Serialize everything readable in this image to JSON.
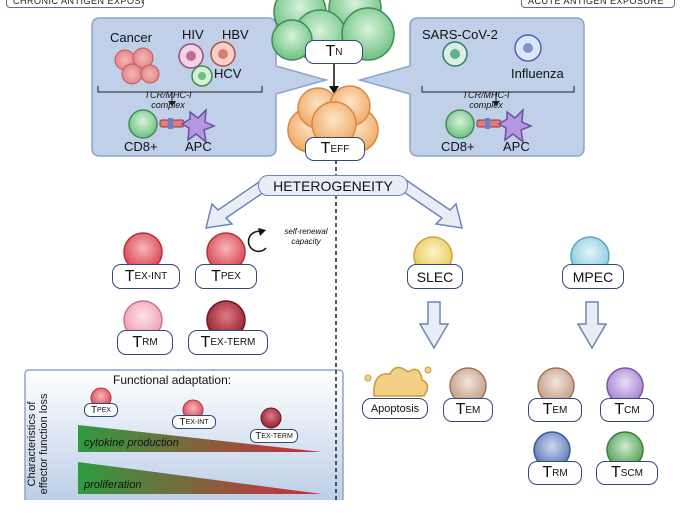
{
  "header": {
    "chronic_tag": "CHRONIC ANTIGEN EXPOSURE",
    "acute_tag": "ACUTE ANTIGEN EXPOSURE"
  },
  "chronic_box": {
    "pathogens": [
      "Cancer",
      "HIV",
      "HBV",
      "HCV"
    ],
    "complex_label": "TCR/MHC-I complex",
    "cell_left": "CD8+",
    "cell_right": "APC"
  },
  "acute_box": {
    "pathogens": [
      "SARS-CoV-2",
      "Influenza"
    ],
    "complex_label": "TCR/MHC-I complex",
    "cell_left": "CD8+",
    "cell_right": "APC"
  },
  "naive": {
    "main": "T",
    "sub": "N"
  },
  "effector": {
    "main": "T",
    "sub": "EFF"
  },
  "heterogeneity": "HETEROGENEITY",
  "self_renewal": "self-renewal capacity",
  "chronic_cells": [
    {
      "main": "T",
      "sub": "EX-INT"
    },
    {
      "main": "T",
      "sub": "PEX"
    },
    {
      "main": "T",
      "sub": "RM"
    },
    {
      "main": "T",
      "sub": "EX-TERM"
    }
  ],
  "acute_cells": {
    "slec": "SLEC",
    "mpec": "MPEC",
    "apoptosis": "Apoptosis",
    "slec_fate": {
      "main": "T",
      "sub": "EM"
    },
    "mpec_fates": [
      {
        "main": "T",
        "sub": "EM"
      },
      {
        "main": "T",
        "sub": "CM"
      },
      {
        "main": "T",
        "sub": "RM"
      },
      {
        "main": "T",
        "sub": "SCM"
      }
    ]
  },
  "functional": {
    "title": "Functional adaptation:",
    "axis_label": [
      "Characteristics of",
      "effector function loss"
    ],
    "cells": [
      {
        "main": "T",
        "sub": "PEX"
      },
      {
        "main": "T",
        "sub": "EX-INT"
      },
      {
        "main": "T",
        "sub": "EX-TERM"
      }
    ],
    "bars": [
      "cytokine production",
      "proliferation"
    ]
  },
  "colors": {
    "panel": "#bfd0e8",
    "panel_border": "#8ea4c8",
    "naive_green": "#8fd19e",
    "effector_orange": "#f6c48e",
    "red_cell": "#e05a63",
    "pink_cell": "#f4b3c4",
    "dark_red_cell": "#a8323e",
    "yellow_cell": "#f2dc7e",
    "purple_cell": "#c7a6e0",
    "teal_cell": "#a7dcea",
    "tan_cell": "#d8b9a8",
    "blue_cell": "#7993c6",
    "green_cell": "#6dbb6d",
    "gradient_green": "#2e9b3f",
    "gradient_red": "#d6283a",
    "arrow_fill": "#e8eef8",
    "arrow_stroke": "#6d86b3"
  }
}
